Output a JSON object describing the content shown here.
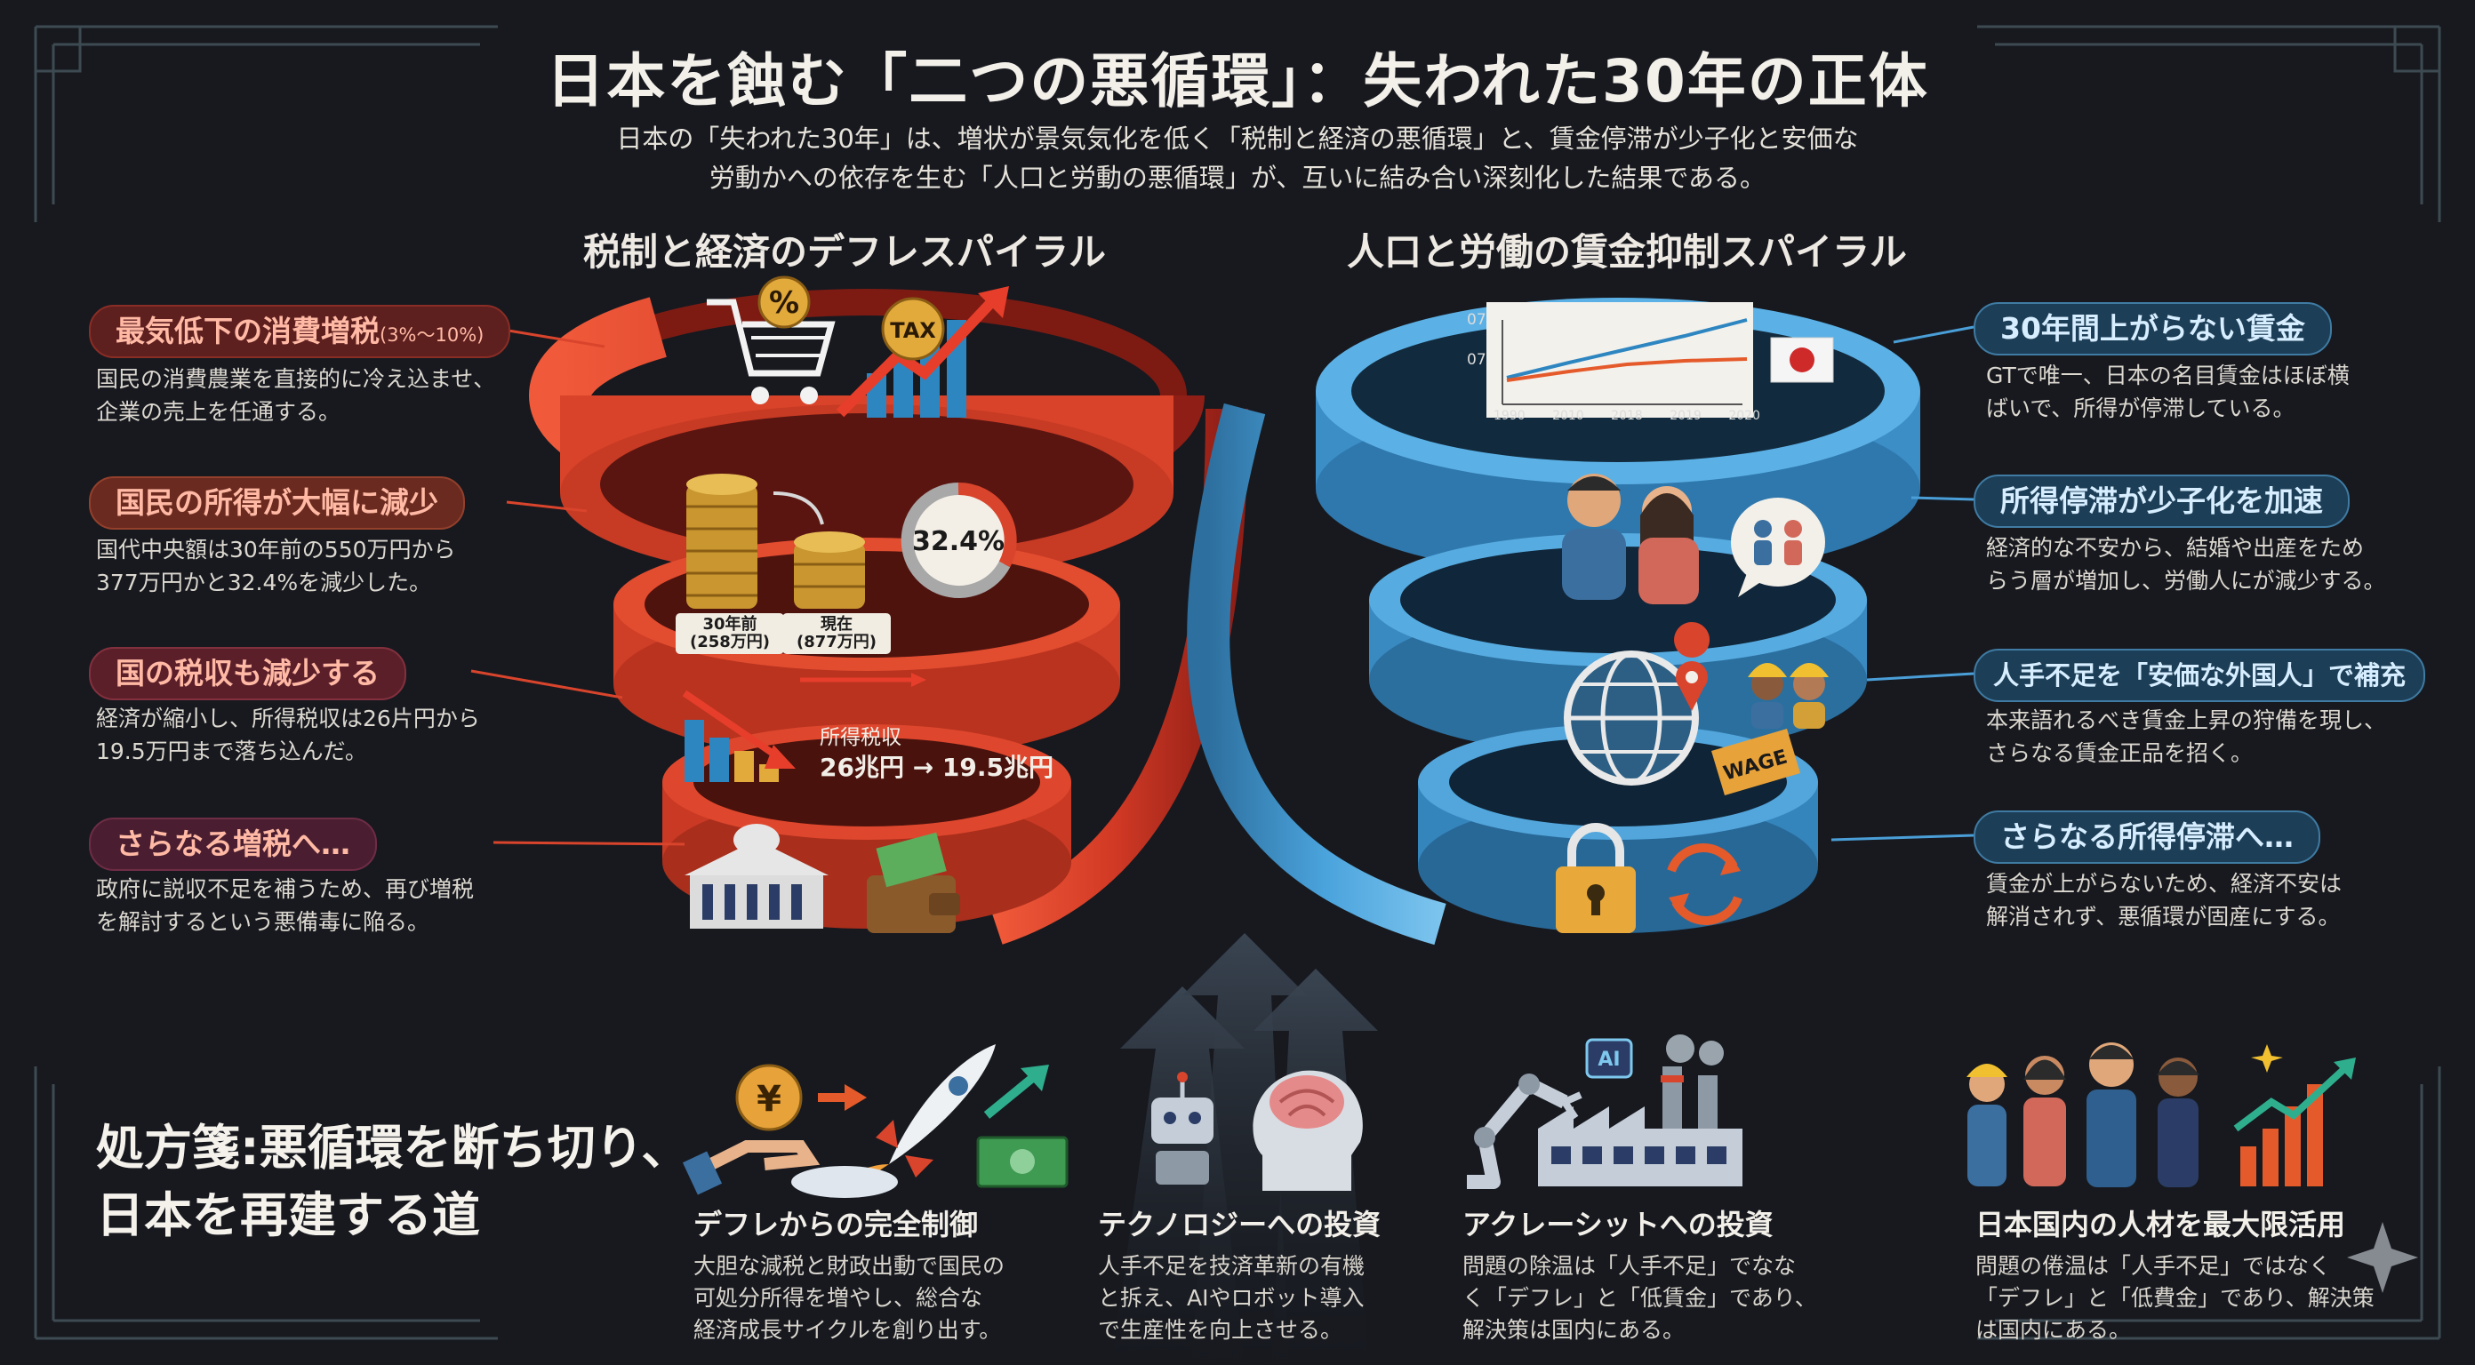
{
  "header": {
    "title": "日本を蝕む「二つの悪循環」：失われた30年の正体",
    "subtitle_line1": "日本の「失われた30年」は、増状が景気気化を低く「税制と経済の悪循環」と、賃金停滞が少子化と安価な",
    "subtitle_line2": "労動かへの依存を生む「人口と労動の悪循環」が、互いに結み合い深刻化した結果である。"
  },
  "left_spiral": {
    "heading": "税制と経済のデフレスパイラル",
    "items": [
      {
        "badge": "最気低下の消費増税",
        "badge_small": "(3%〜10%)",
        "desc1": "国民の消費農業を直接的に冷え込ませ、",
        "desc2": "企業の売上を任通する。"
      },
      {
        "badge": "国民の所得が大幅に減少",
        "desc1": "国代中央額は30年前の550万円から",
        "desc2": "377万円かと32.4%を減少した。"
      },
      {
        "badge": "国の税収も減少する",
        "desc1": "経済が縮小し、所得税収は26片円から",
        "desc2": "19.5万円まで落ち込んだ。"
      },
      {
        "badge": "さらなる増税へ…",
        "desc1": "政府に説収不足を補うため、再び増税",
        "desc2": "を解討するという悪備毒に陥る。"
      }
    ],
    "annotations": {
      "percent_sign": "%",
      "tax_label": "TAX",
      "pie_value": "32.4%",
      "coin_left_l1": "30年前",
      "coin_left_l2": "(258万円)",
      "coin_right_l1": "現在",
      "coin_right_l2": "(877万円)",
      "tax_rev_label": "所得税収",
      "tax_rev_value": "26兆円 → 19.5兆円"
    }
  },
  "right_spiral": {
    "heading": "人口と労働の賃金抑制スパイラル",
    "items": [
      {
        "badge": "30年間上がらない賃金",
        "desc1": "GTで唯一、日本の名目賃金はほぼ横",
        "desc2": "ばいで、所得が停滞している。"
      },
      {
        "badge": "所得停滞が少子化を加速",
        "desc1": "経済的な不安から、結婚や出産をため",
        "desc2": "らう層が増加し、労働人にが減少する。"
      },
      {
        "badge": "人手不足を「安価な外国人」で補充",
        "desc1": "本来語れるべき賃金上昇の狩備を現し、",
        "desc2": "さらなる賃金正品を招く。"
      },
      {
        "badge": "さらなる所得停滞へ…",
        "desc1": "賃金が上がらないため、経済不安は",
        "desc2": "解消されず、悪循環が固産にする。"
      }
    ],
    "chart": {
      "y_ticks": [
        "07",
        "07"
      ],
      "x_ticks": [
        "1990",
        "2010",
        "2018",
        "2019",
        "2020"
      ]
    },
    "wage_label": "WAGE"
  },
  "prescription": {
    "title_line1": "処方箋:悪循環を断ち切り、",
    "title_line2": "日本を再建する道",
    "solutions": [
      {
        "title": "デフレからの完全制御",
        "desc1": "大胆な減税と財政出動で国民の",
        "desc2": "可処分所得を増やし、総合な",
        "desc3": "経済成長サイクルを創り出す。"
      },
      {
        "title": "テクノロジーへの投資",
        "desc1": "人手不足を技済革新の有機",
        "desc2": "と拆え、AIやロボット導入",
        "desc3": "で生産性を向上させる。"
      },
      {
        "title": "アクレーシットへの投資",
        "desc1": "問題の除温は「人手不足」でなな",
        "desc2": "く「デフレ」と「低賃金」であり、",
        "desc3": "解決策は国内にある。"
      },
      {
        "title": "日本国内の人材を最大限活用",
        "desc1": "問題の倦温は「人手不足」ではなく",
        "desc2": "「デフレ」と「低費金」であり、解決策",
        "desc3": "は国内にある。"
      }
    ],
    "ai_label": "AI",
    "yen_symbol": "¥"
  },
  "colors": {
    "background": "#17191f",
    "red": "#d9442c",
    "blue": "#4a9fd8"
  }
}
